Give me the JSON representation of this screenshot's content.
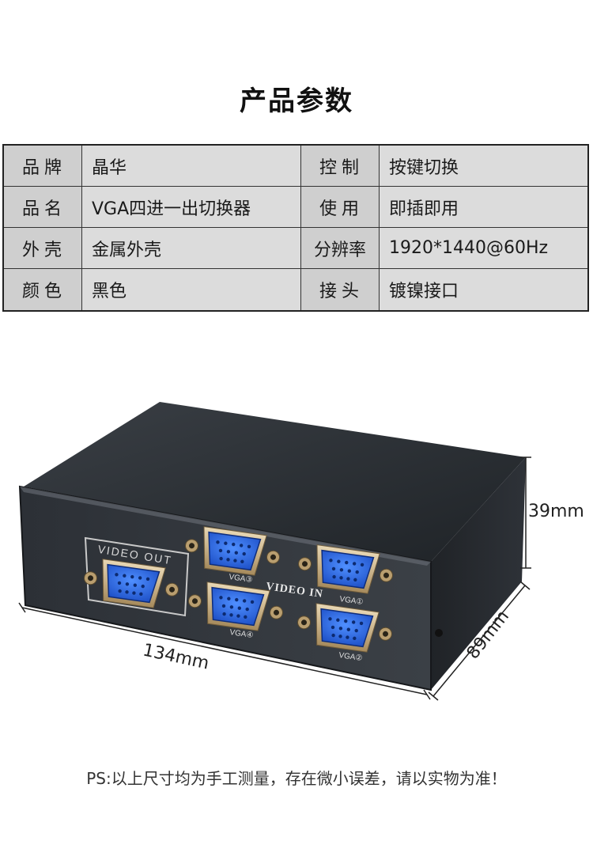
{
  "header": {
    "title": "产品参数"
  },
  "specs": {
    "rows": [
      {
        "k1": "品牌",
        "v1": "晶华",
        "k2": "控制",
        "v2": "按键切换"
      },
      {
        "k1": "品名",
        "v1": "VGA四进一出切换器",
        "k2": "使用",
        "v2": "即插即用"
      },
      {
        "k1": "外壳",
        "v1": "金属外壳",
        "k2": "分辨率",
        "v2": "1920*1440@60Hz"
      },
      {
        "k1": "颜色",
        "v1": "黑色",
        "k2": "接头",
        "v2": "镀镍接口"
      }
    ]
  },
  "product": {
    "panel_labels": {
      "video_out": "VIDEO OUT",
      "video_in": "VIDEO IN",
      "vga1": "VGA①",
      "vga2": "VGA②",
      "vga3": "VGA③",
      "vga4": "VGA④"
    },
    "dimensions": {
      "width": "134mm",
      "depth": "89mm",
      "height": "39mm"
    }
  },
  "footer": {
    "note": "PS:以上尺寸均为手工测量，存在微小误差，请以实物为准！"
  }
}
